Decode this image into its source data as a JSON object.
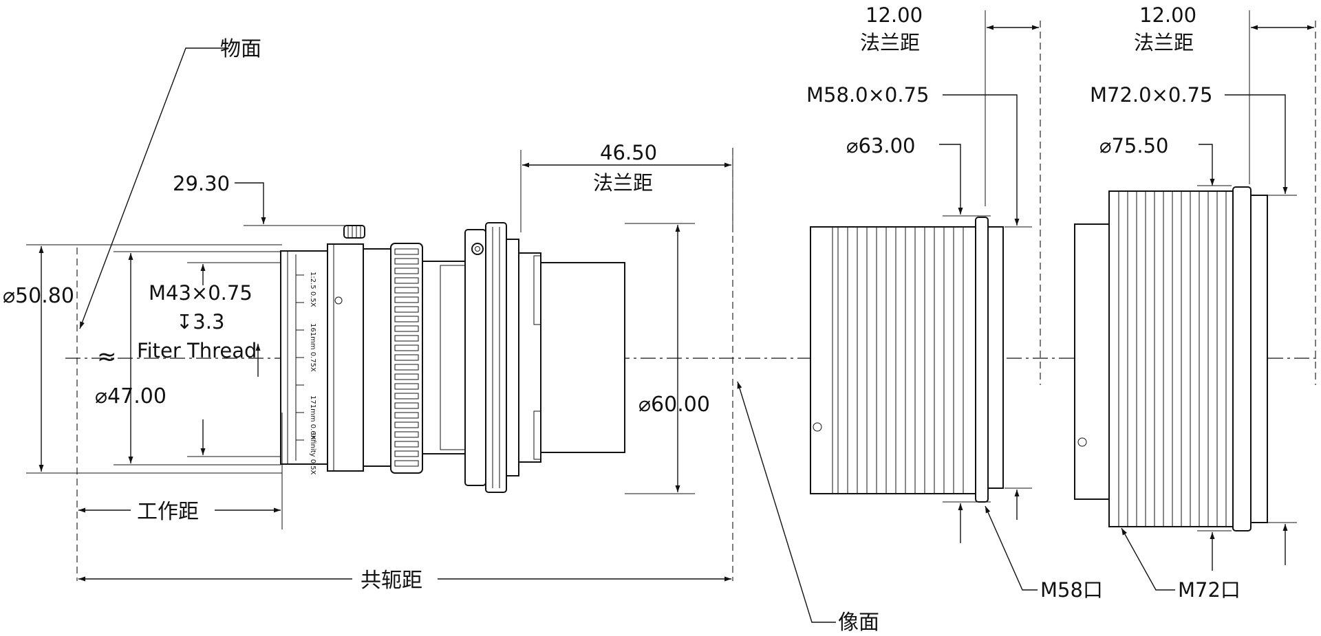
{
  "labels": {
    "object_plane": "物面",
    "image_plane": "像面",
    "working_distance": "工作距",
    "conjugate_distance": "共轭距",
    "flange_distance": "法兰距",
    "approx_symbol": "≈",
    "m58_port": "M58口",
    "m72_port": "M72口"
  },
  "dimensions": {
    "dia_50_80": "⌀50.80",
    "thread_m43": "M43×0.75",
    "thread_depth": "↧3.3",
    "filter_thread": "Fiter Thread",
    "dia_47_00": "⌀47.00",
    "d_29_30": "29.30",
    "d_46_50": "46.50",
    "dia_60_00": "⌀60.00",
    "d_12_00_a": "12.00",
    "thread_m58": "M58.0×0.75",
    "dia_63_00": "⌀63.00",
    "d_12_00_b": "12.00",
    "thread_m72": "M72.0×0.75",
    "dia_75_50": "⌀75.50"
  },
  "lens_marks": {
    "mark_1": "1:2.5\n0.5X",
    "mark_2": "161mm\n0.75X",
    "mark_3": "171mm\n0.6X",
    "mark_4": "Infinity\n0.5X"
  }
}
